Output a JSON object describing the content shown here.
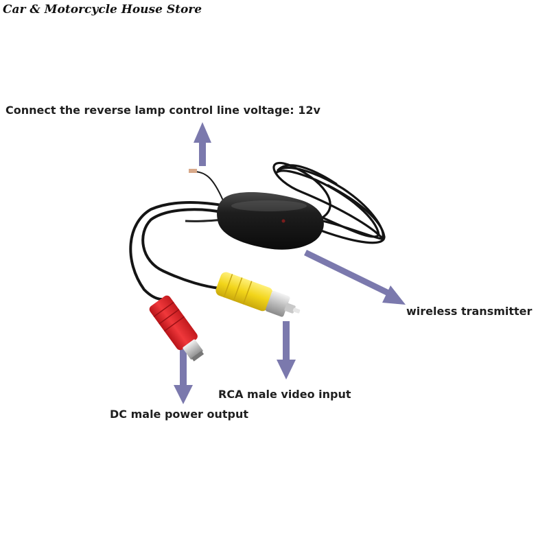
{
  "store_name": "Car & Motorcycle House Store",
  "labels": {
    "reverse_lamp": "Connect the reverse lamp control line voltage: 12v",
    "wireless_transmitter": "wireless transmitter",
    "rca_input": "RCA male video input",
    "dc_output": "DC male power output"
  },
  "colors": {
    "arrow": "#7b79ad",
    "dc_plug": "#e0262a",
    "rca_plug": "#f1d61c",
    "cable": "#141414"
  }
}
